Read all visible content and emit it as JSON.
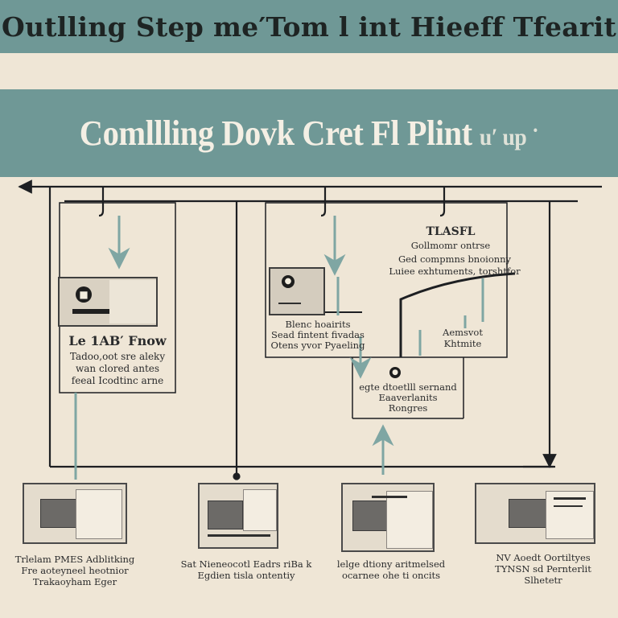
{
  "header": {
    "title": "Outlling Step me′Tom l int Hieeff Tfearit",
    "subtitle": "Comllling Dovk Cret Fl Plint",
    "subtitle_tail": "u′ up ˙"
  },
  "boxes": {
    "left": {
      "title": "Le 1AB′ Fnow",
      "lines": [
        "Tadoo,oot sre aleky",
        "wan clored antes",
        "feeal Icodtinc arne"
      ]
    },
    "center": {
      "lines": [
        "Blenc hoairits",
        "Sead fintent fivadas",
        "Otens yvor Pyaeling"
      ]
    },
    "right_upper": {
      "title": "TLASFL",
      "lines": [
        "Gollmomr ontrse",
        "Ged compmns bnoionny",
        "Luiee exhtuments, torshtfor"
      ]
    },
    "right_label": {
      "lines": [
        "Aemsvot",
        "Khtmite"
      ]
    },
    "decision": {
      "icon": "lock-icon",
      "lines": [
        "egte dtoetlll sernand",
        "Eaaverlanits",
        "Rongres"
      ]
    }
  },
  "captions": [
    {
      "lines": [
        "Trlelam PMES Adblitking",
        "Fre aoteyneel heotnior",
        "Trakaoyham Eger"
      ]
    },
    {
      "lines": [
        "Sat Nieneocotl Eadrs riBa k",
        "Egdien tisla ontentiy"
      ]
    },
    {
      "lines": [
        "lelge dtiony aritmelsed",
        "ocarnee ohe ti oncits"
      ]
    },
    {
      "lines": [
        "NV Aoedt Oortiltyes",
        "TYNSN sd Pernterlit",
        "Slhetetr"
      ]
    }
  ],
  "colors": {
    "band": "#6f9896",
    "background": "#efe6d6",
    "ink": "#1d1f22",
    "arrow_teal": "#7fa6a3"
  }
}
